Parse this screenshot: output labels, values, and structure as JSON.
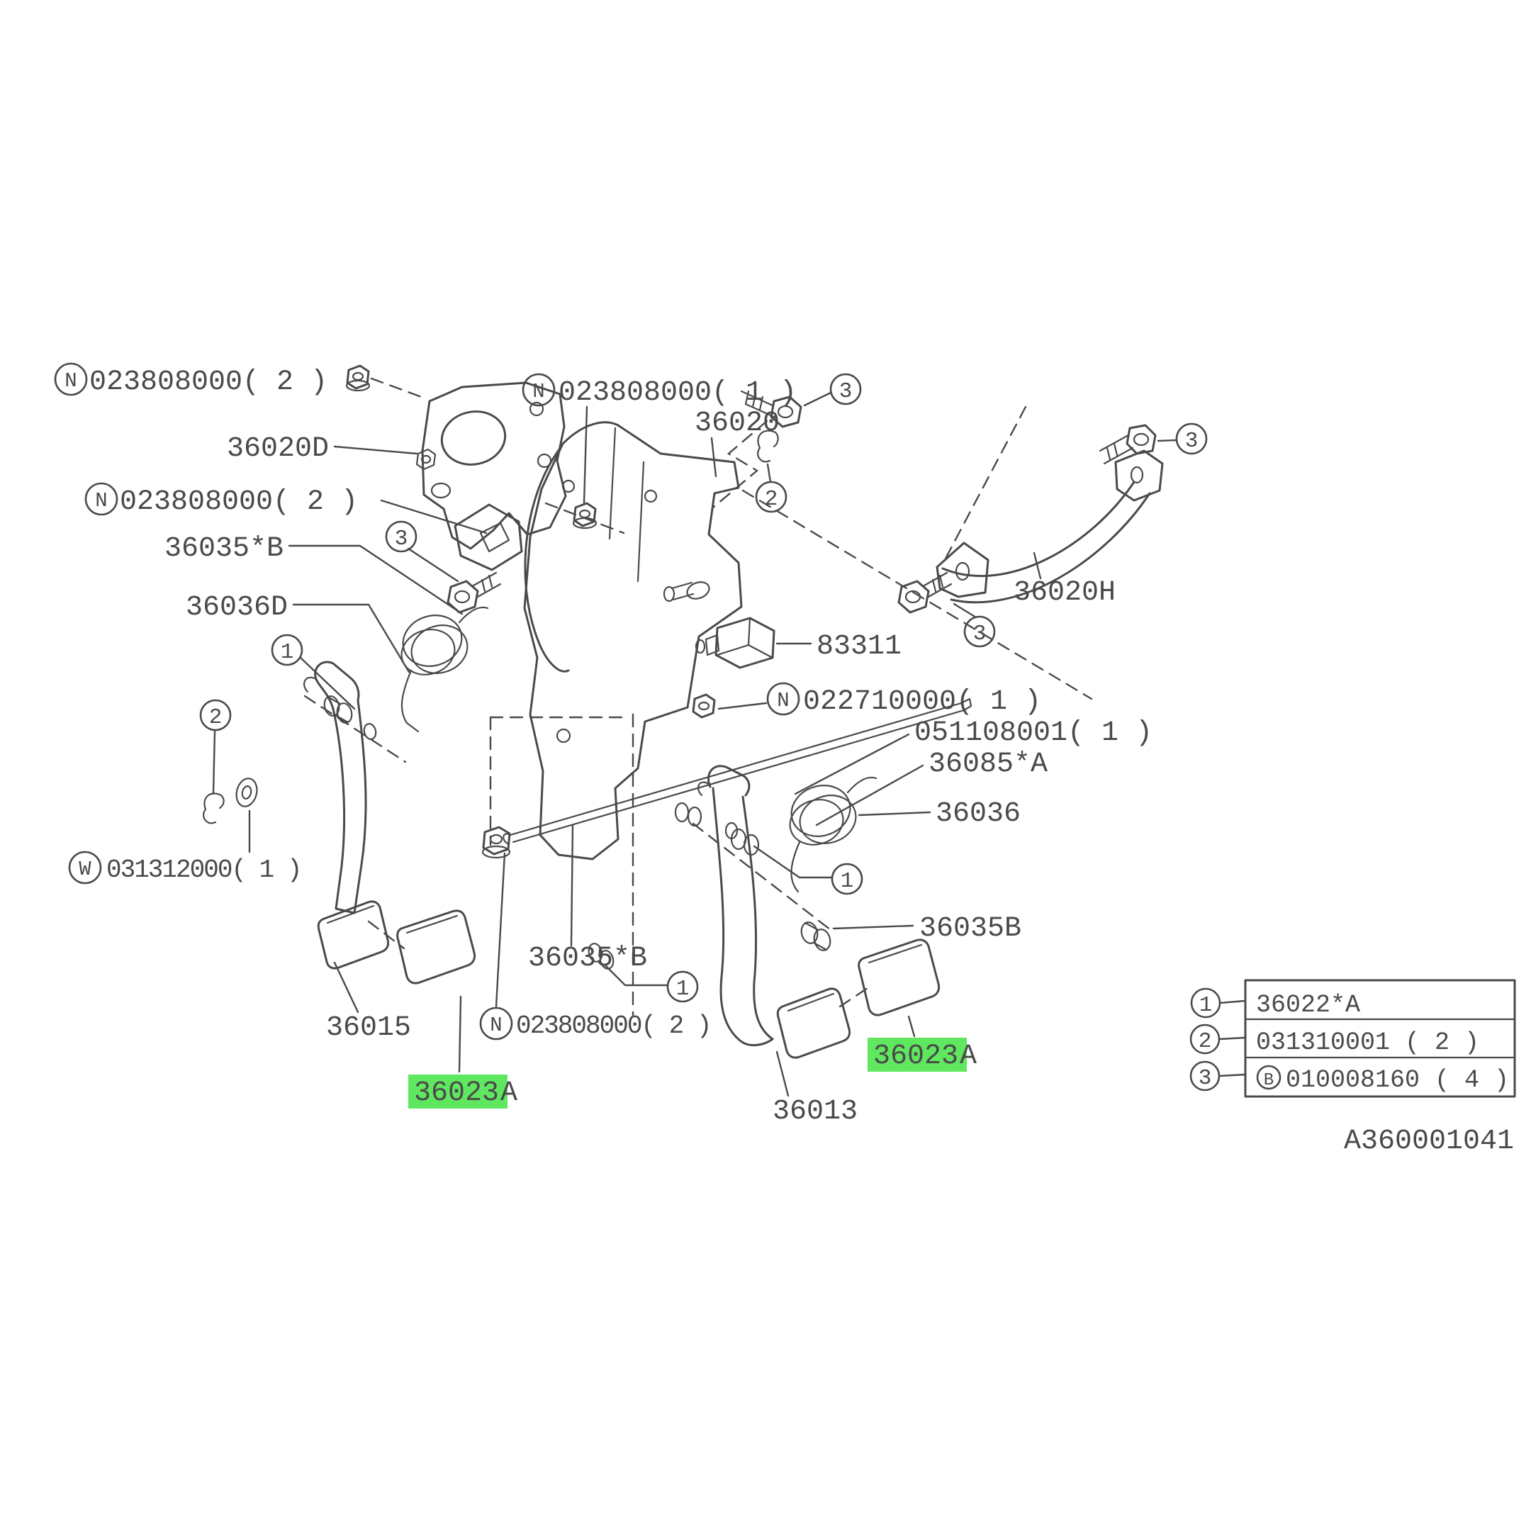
{
  "diagram": {
    "footer_code": "A360001041",
    "colors": {
      "line": "#4a4a4a",
      "highlight": "#5fe75f"
    },
    "callouts": {
      "one": "1",
      "two": "2",
      "three": "3"
    },
    "labels": {
      "nut_top_left": {
        "prefix": "N",
        "text": "023808000( 2 )"
      },
      "bracket_upper": {
        "text": "36020D"
      },
      "nut_mid_left": {
        "prefix": "N",
        "text": "023808000( 2 )"
      },
      "bolt_upper": {
        "text": "36035*B"
      },
      "spring_left": {
        "text": "36036D"
      },
      "nut_top_mid": {
        "prefix": "N",
        "text": "023808000( 1 )"
      },
      "bracket_main": {
        "text": "36020"
      },
      "stay_right": {
        "text": "36020H"
      },
      "switch": {
        "text": "83311"
      },
      "nut_switch": {
        "prefix": "N",
        "text": "022710000( 1 )"
      },
      "rod": {
        "text": "051108001( 1 )"
      },
      "spring_assist": {
        "text": "36085*A"
      },
      "spring_right": {
        "text": "36036"
      },
      "bushing_right": {
        "text": "36035B"
      },
      "washer_left": {
        "prefix": "W",
        "text": "031312000( 1 )"
      },
      "pedal_clutch": {
        "text": "36015"
      },
      "pad_left": {
        "text": "36023",
        "suffix": "A"
      },
      "nut_bottom": {
        "prefix": "N",
        "text": "023808000( 2 )"
      },
      "bolt_lower": {
        "text": "36035*B"
      },
      "pedal_brake": {
        "text": "36013"
      },
      "pad_right": {
        "text": "36023",
        "suffix": "A"
      }
    },
    "legend": {
      "rows": [
        {
          "num": "1",
          "text": "36022*A"
        },
        {
          "num": "2",
          "text": "031310001 ( 2 )"
        },
        {
          "num": "3",
          "prefix": "B",
          "text": "010008160 ( 4 )"
        }
      ]
    }
  }
}
